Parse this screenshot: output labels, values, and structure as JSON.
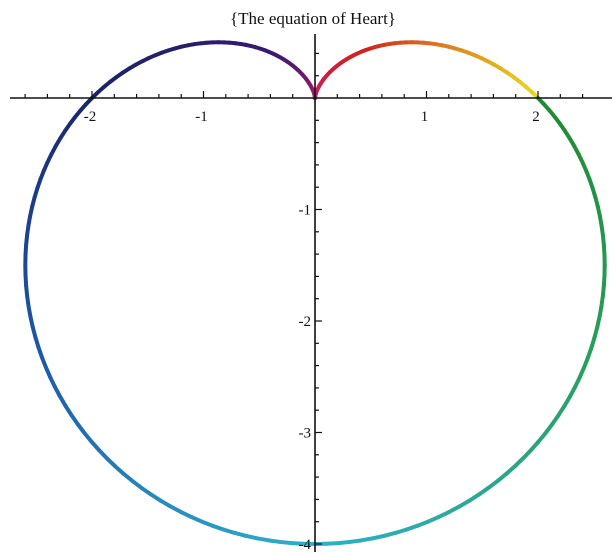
{
  "chart_data": {
    "type": "line",
    "title": "{The equation of Heart}",
    "xlabel": "",
    "ylabel": "",
    "xlim": [
      -2.7,
      2.6
    ],
    "ylim": [
      -4.05,
      0.6
    ],
    "x_ticks": [
      -2,
      -1,
      1,
      2
    ],
    "x_tick_labels": [
      "-2",
      "-1",
      "1",
      "2"
    ],
    "y_ticks": [
      -1,
      -2,
      -3,
      -4
    ],
    "y_tick_labels": [
      "-1",
      "-2",
      "-3",
      "-4"
    ],
    "grid": false,
    "legend": "none",
    "curve": {
      "shape": "cardioid",
      "equation_polar": "r = 2 - 2·sin(θ)",
      "theta_range": [
        0,
        6.2832
      ],
      "key_points": [
        {
          "x": 0,
          "y": 0
        },
        {
          "x": 0.87,
          "y": 0.5
        },
        {
          "x": 2,
          "y": 0
        },
        {
          "x": 2.6,
          "y": -1.5
        },
        {
          "x": 0,
          "y": -4
        },
        {
          "x": -2.6,
          "y": -1.5
        },
        {
          "x": -2,
          "y": 0
        },
        {
          "x": -0.87,
          "y": 0.5
        }
      ],
      "color_gradient": [
        "#e8e020",
        "#d02020",
        "#c81e6e",
        "#3a1870",
        "#1a2468",
        "#1d5aa6",
        "#2fb0cc",
        "#28a060",
        "#1f8a30"
      ]
    }
  }
}
